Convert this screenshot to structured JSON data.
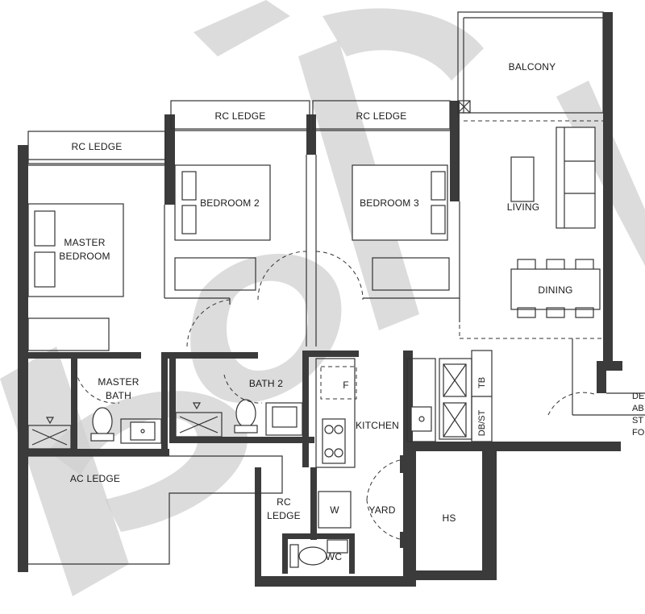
{
  "rooms": {
    "balcony": "BALCONY",
    "rc_ledge_top_1": "RC LEDGE",
    "rc_ledge_top_2": "RC LEDGE",
    "rc_ledge_left": "RC LEDGE",
    "bedroom2": "BEDROOM 2",
    "bedroom3": "BEDROOM 3",
    "living": "LIVING",
    "dining": "DINING",
    "master_bedroom_line1": "MASTER",
    "master_bedroom_line2": "BEDROOM",
    "master_bath_line1": "MASTER",
    "master_bath_line2": "BATH",
    "bath2": "BATH 2",
    "kitchen": "KITCHEN",
    "fridge": "F",
    "washer": "W",
    "tb": "TB",
    "dbst": "DB/ST",
    "ac_ledge": "AC LEDGE",
    "rc_ledge_small_line1": "RC",
    "rc_ledge_small_line2": "LEDGE",
    "yard": "YARD",
    "hs": "HS",
    "wc": "WC",
    "note_line1": "DE",
    "note_line2": "AB",
    "note_line3": "ST",
    "note_line4": "FO"
  },
  "colors": {
    "wall": "#3b3b3b",
    "line": "#333333",
    "watermark": "#d0d0d0"
  }
}
